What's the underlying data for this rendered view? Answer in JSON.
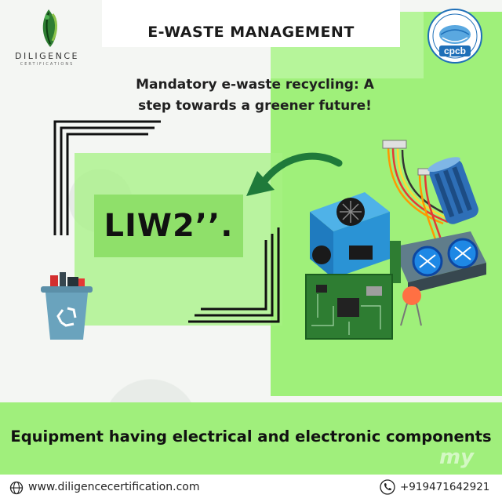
{
  "header": {
    "title": "E-WASTE MANAGEMENT",
    "subtitle_line1": "Mandatory e-waste recycling: A",
    "subtitle_line2": "step towards a greener future!"
  },
  "logo": {
    "name": "DILIGENCE",
    "tagline": "CERTIFICATIONS",
    "icon": "leaf-logo-icon"
  },
  "partner_logo": {
    "text": "cpcb",
    "icon": "cpcb-emblem-icon"
  },
  "main": {
    "code": "LIW2’’.",
    "icons": [
      "recycle-bin-icon",
      "curved-arrow-icon",
      "electronic-components-illustration"
    ]
  },
  "banner": {
    "text": "Equipment having electrical and electronic components"
  },
  "footer": {
    "website": "www.diligencecertification.com",
    "phone": "+919471642921",
    "website_icon": "globe-icon",
    "phone_icon": "phone-icon"
  },
  "watermark": "my",
  "colors": {
    "accent_green": "#9ff07a",
    "dark_green_arrow": "#1f7a3a",
    "text_dark": "#111111"
  }
}
